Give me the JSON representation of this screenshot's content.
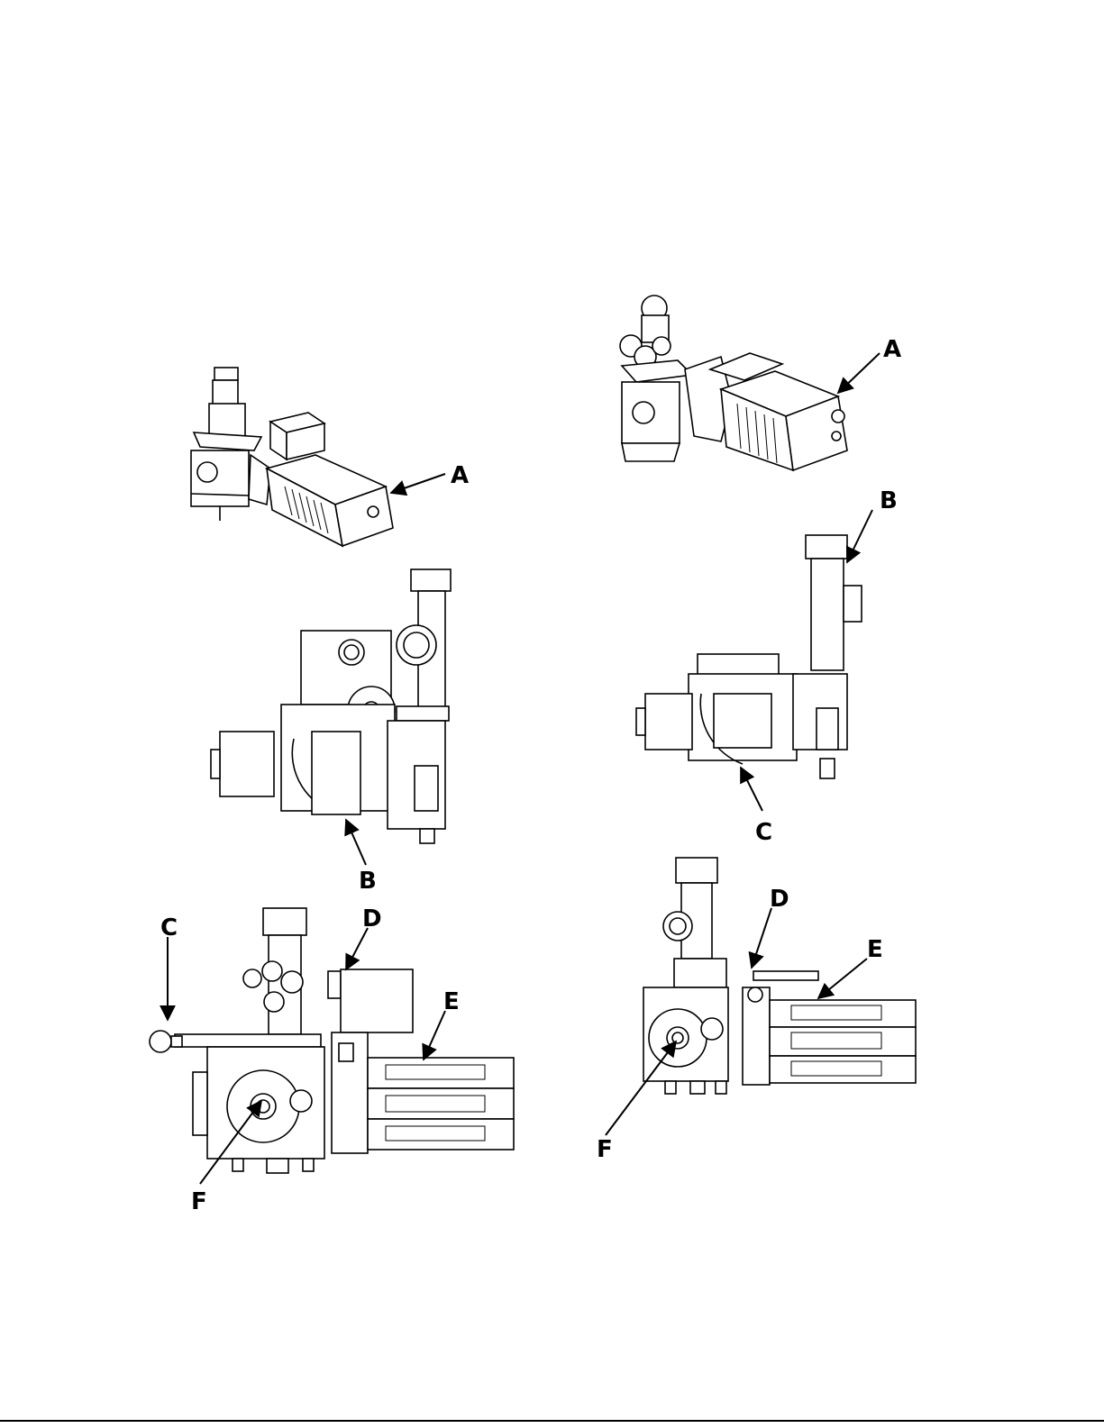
{
  "figure": {
    "views": [
      {
        "id": "left-isometric",
        "callouts": [
          "A"
        ]
      },
      {
        "id": "right-isometric",
        "callouts": [
          "A"
        ]
      },
      {
        "id": "left-side-view",
        "callouts": [
          "B"
        ]
      },
      {
        "id": "right-side-view",
        "callouts": [
          "B",
          "C"
        ]
      },
      {
        "id": "left-front-view",
        "callouts": [
          "C",
          "D",
          "E",
          "F"
        ]
      },
      {
        "id": "right-front-view",
        "callouts": [
          "D",
          "E",
          "F"
        ]
      }
    ],
    "labels": {
      "l_iso_a": "A",
      "r_iso_a": "A",
      "l_side_b": "B",
      "r_side_b": "B",
      "r_side_c": "C",
      "l_front_c": "C",
      "l_front_d": "D",
      "l_front_e": "E",
      "l_front_f": "F",
      "r_front_d": "D",
      "r_front_e": "E",
      "r_front_f": "F"
    },
    "colors": {
      "ink": "#000000",
      "paper": "#ffffff"
    }
  }
}
